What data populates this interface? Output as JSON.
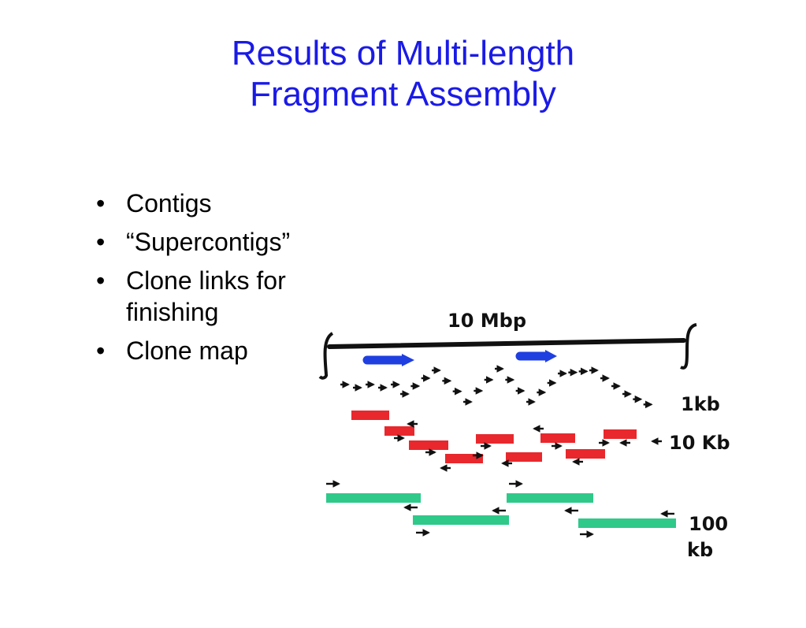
{
  "slide": {
    "title_line1": "Results of Multi-length",
    "title_line2": "Fragment Assembly",
    "bullets": [
      {
        "bullet": "•",
        "text": "Contigs"
      },
      {
        "bullet": "•",
        "text": "“Supercontigs”"
      },
      {
        "bullet": "•",
        "text": "Clone links for finishing"
      },
      {
        "bullet": "•",
        "text": "Clone map"
      }
    ]
  },
  "diagram": {
    "scale_label": "10 Mbp",
    "labels": {
      "small": "1kb",
      "medium": "10 Kb",
      "large_line1": "100",
      "large_line2": "kb"
    },
    "colors": {
      "supercontig": "#1f3fe0",
      "contig_10kb": "#e8282d",
      "clone_100kb": "#2fc98a",
      "ink": "#111111"
    }
  }
}
